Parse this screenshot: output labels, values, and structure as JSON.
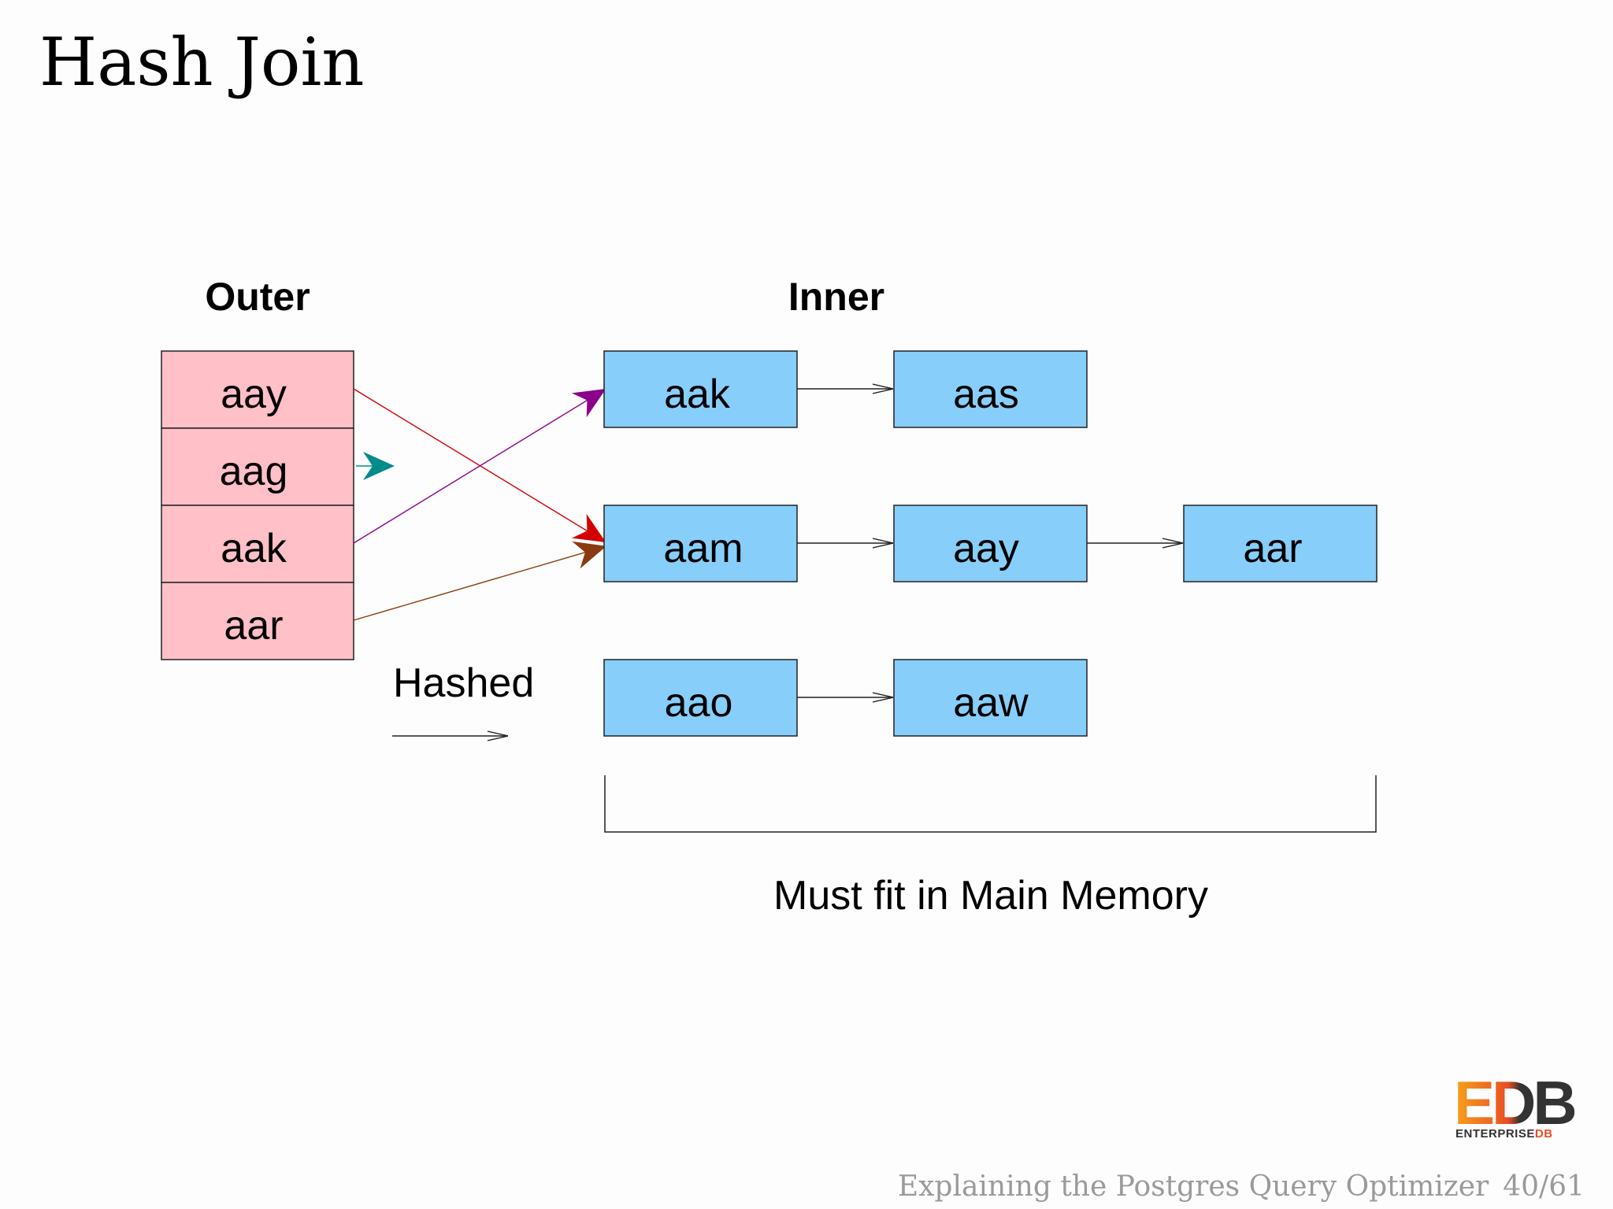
{
  "slide": {
    "title": "Hash Join",
    "footer": {
      "presentation": "Explaining the Postgres Query Optimizer",
      "page": "40/61"
    }
  },
  "diagram": {
    "outer_heading": "Outer",
    "inner_heading": "Inner",
    "outer_rows": [
      "aay",
      "aag",
      "aak",
      "aar"
    ],
    "buckets": [
      [
        "aak",
        "aas"
      ],
      [
        "aam",
        "aay",
        "aar"
      ],
      [
        "aao",
        "aaw"
      ]
    ],
    "legend_label": "Hashed",
    "brace_label": "Must fit in Main Memory",
    "colors": {
      "outer_fill": "#ffc0c8",
      "inner_fill": "#87cefa",
      "aay_arrow": "#d40000",
      "aag_arrow": "#008b8b",
      "aak_arrow": "#8b008b",
      "aar_arrow": "#8b3a0f"
    }
  },
  "logo": {
    "mark": "EDB",
    "wordmark_left": "ENTERPRISE",
    "wordmark_right": "DB"
  }
}
